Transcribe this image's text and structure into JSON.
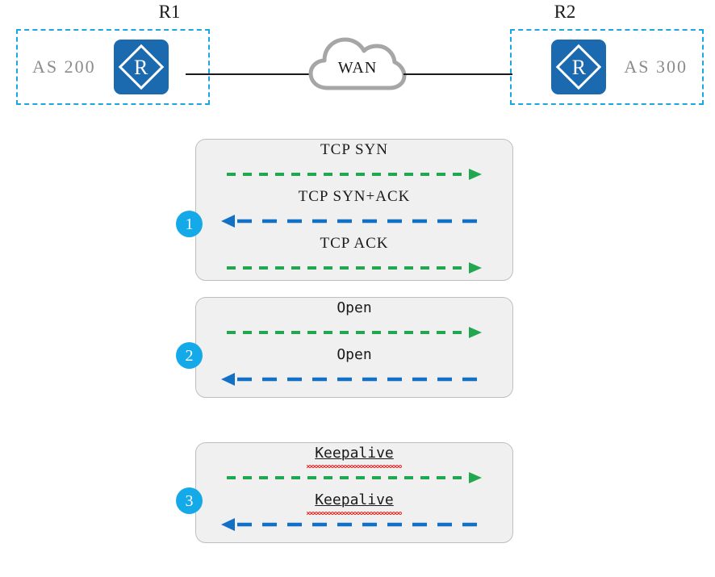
{
  "topology": {
    "left_zone": {
      "router_label": "R1",
      "as_label": "AS 200",
      "router_icon": "router-icon",
      "zone_border_color": "#1CA7E0"
    },
    "right_zone": {
      "router_label": "R2",
      "as_label": "AS 300",
      "router_icon": "router-icon",
      "zone_border_color": "#1CA7E0"
    },
    "cloud": {
      "label": "WAN",
      "icon": "cloud-icon",
      "color": "#a6a6a6"
    },
    "link_color": "#1a1a1a"
  },
  "colors": {
    "forward_arrow": "#22A751",
    "reverse_arrow": "#1271C4",
    "badge": "#14A9E8",
    "router_blue": "#1B69AF",
    "group_bg": "#f0f0f0",
    "group_border": "#bfbfbf",
    "spellcheck": "#ee3333"
  },
  "groups": [
    {
      "step": "1",
      "messages": [
        {
          "label": "TCP SYN",
          "direction": "right",
          "font": "serif",
          "spellcheck": false
        },
        {
          "label": "TCP SYN+ACK",
          "direction": "left",
          "font": "serif",
          "spellcheck": false
        },
        {
          "label": "TCP ACK",
          "direction": "right",
          "font": "serif",
          "spellcheck": false
        }
      ]
    },
    {
      "step": "2",
      "messages": [
        {
          "label": "Open",
          "direction": "right",
          "font": "mono",
          "spellcheck": false
        },
        {
          "label": "Open",
          "direction": "left",
          "font": "mono",
          "spellcheck": false
        }
      ]
    },
    {
      "step": "3",
      "messages": [
        {
          "label": "Keepalive",
          "direction": "right",
          "font": "mono",
          "spellcheck": true
        },
        {
          "label": "Keepalive",
          "direction": "left",
          "font": "mono",
          "spellcheck": true
        }
      ]
    }
  ]
}
